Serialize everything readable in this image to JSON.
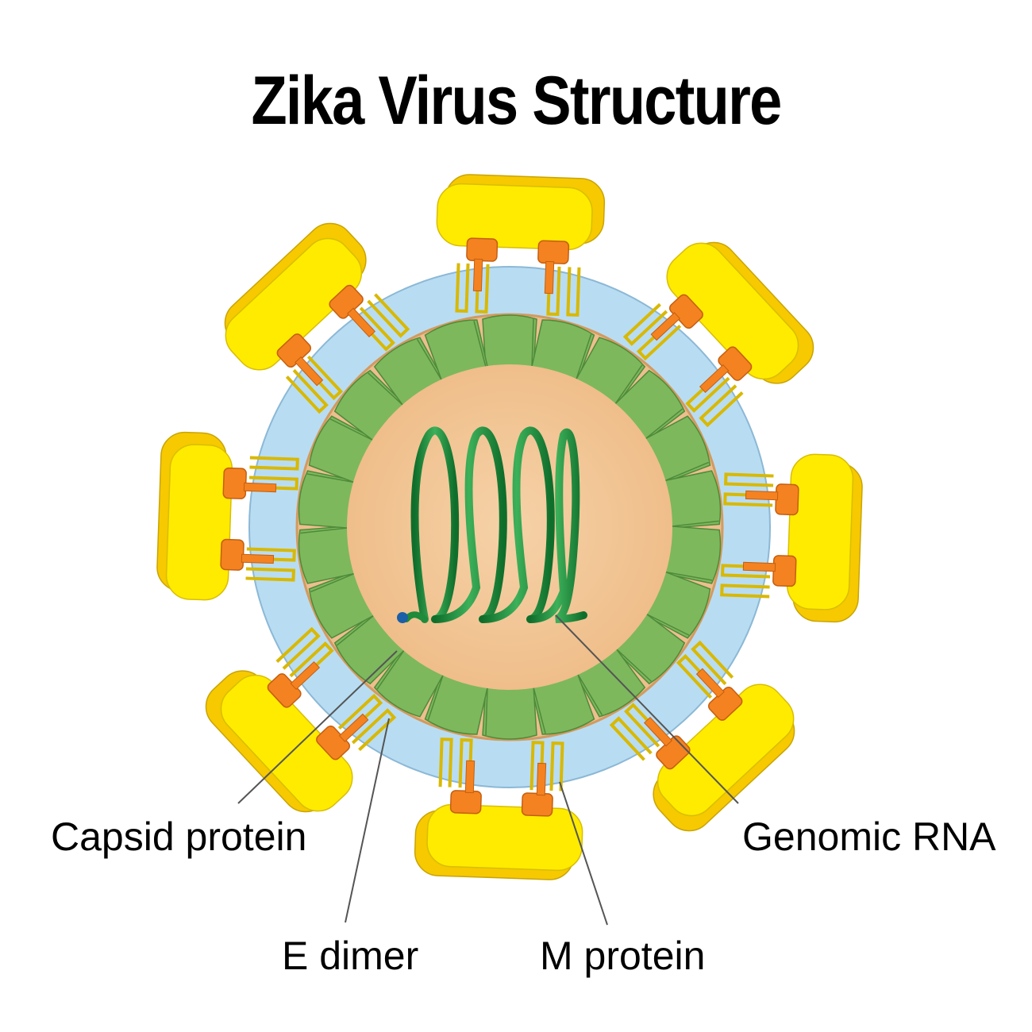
{
  "title": "Zika Virus Structure",
  "labels": {
    "capsid_protein": "Capsid protein",
    "genomic_rna": "Genomic RNA",
    "e_dimer": "E dimer",
    "m_protein": "M protein"
  },
  "colors": {
    "e_protein_yellow": "#FFEB00",
    "e_protein_back": "#F7C900",
    "m_protein_orange": "#F58220",
    "lipid_membrane_blue": "#B8DDF2",
    "capsid_green": "#7DB85C",
    "core_tan": "#F4C99A",
    "rna_green": "#1E8A3A"
  }
}
